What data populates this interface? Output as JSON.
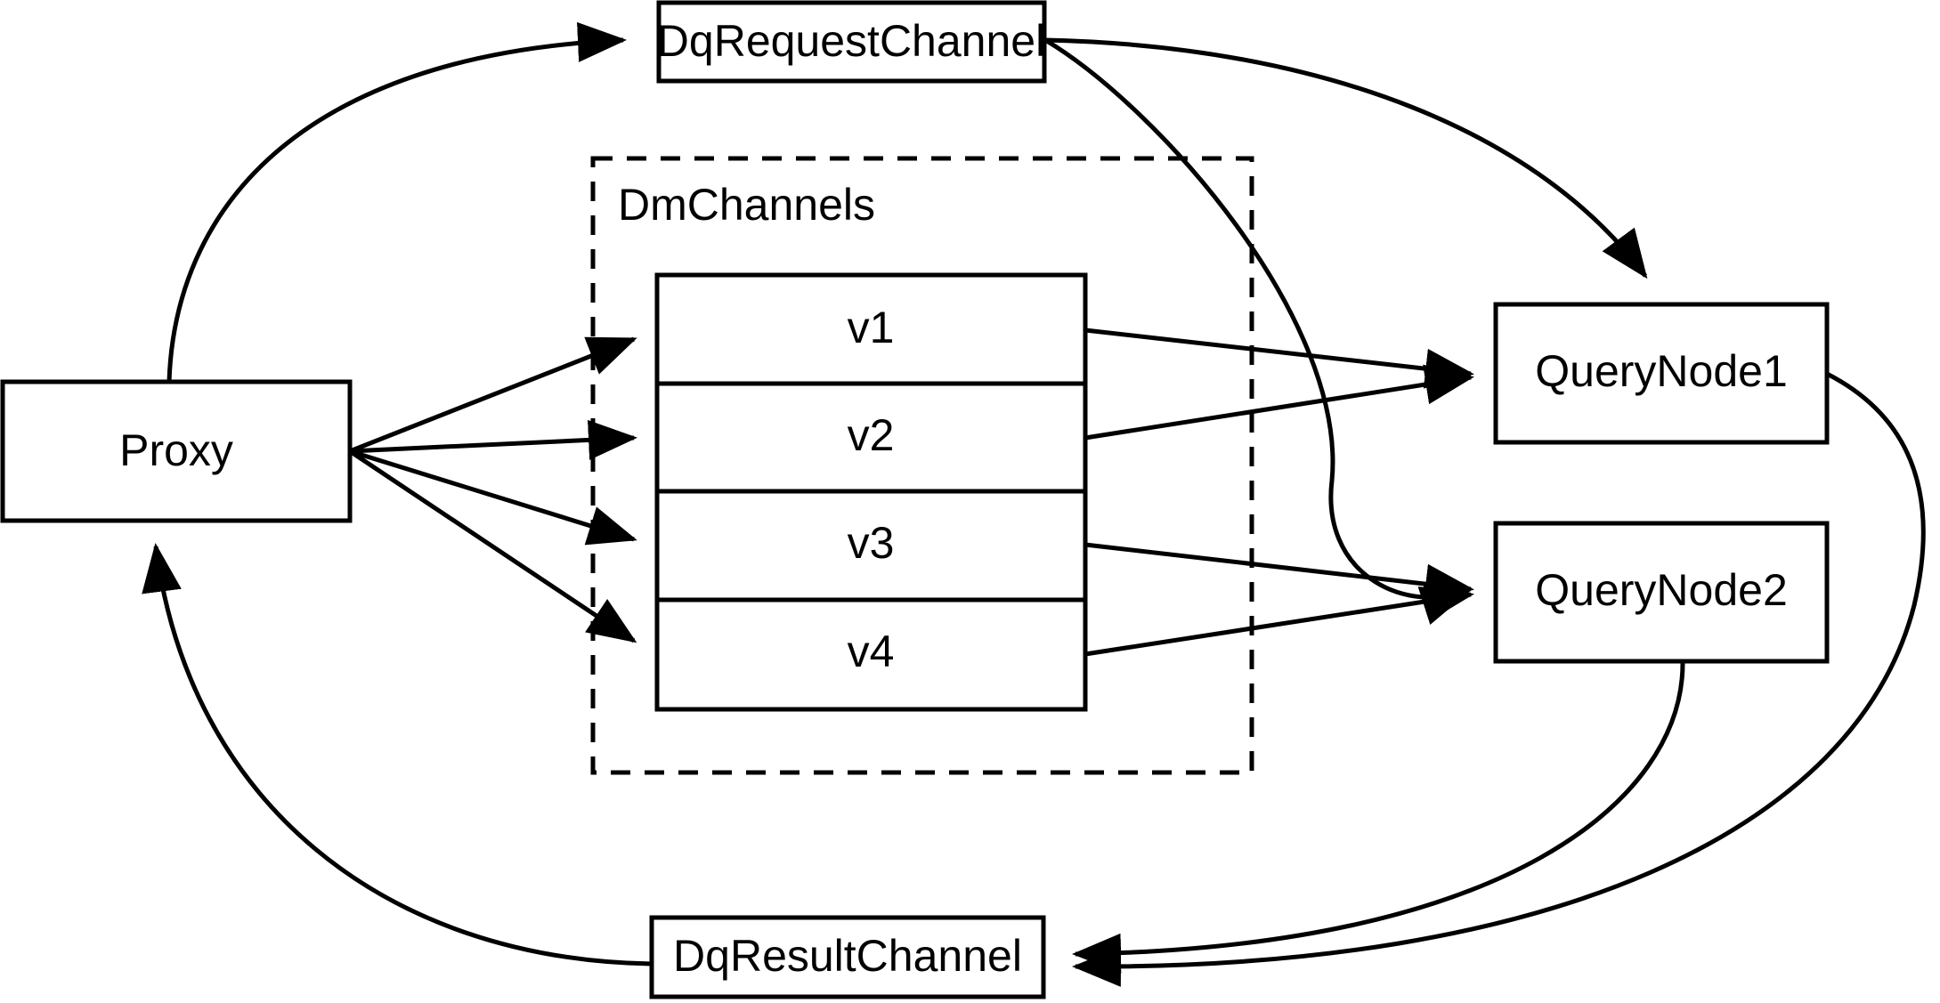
{
  "diagram": {
    "title": "Milvus distributed query channel flow",
    "colors": {
      "stroke": "#000000",
      "fill": "#ffffff",
      "background": "#ffffff"
    },
    "nodes": {
      "proxy": {
        "label": "Proxy"
      },
      "dq_request_channel": {
        "label": "DqRequestChannel"
      },
      "dq_result_channel": {
        "label": "DqResultChannel"
      },
      "query_node_1": {
        "label": "QueryNode1"
      },
      "query_node_2": {
        "label": "QueryNode2"
      }
    },
    "group": {
      "label": "DmChannels",
      "style": "dashed"
    },
    "channels": [
      {
        "label": "v1"
      },
      {
        "label": "v2"
      },
      {
        "label": "v3"
      },
      {
        "label": "v4"
      }
    ],
    "edges": [
      {
        "from": "Proxy",
        "to": "DqRequestChannel",
        "style": "curved",
        "arrow": "end"
      },
      {
        "from": "Proxy",
        "to": "v1",
        "style": "straight",
        "arrow": "end"
      },
      {
        "from": "Proxy",
        "to": "v2",
        "style": "straight",
        "arrow": "end"
      },
      {
        "from": "Proxy",
        "to": "v3",
        "style": "straight",
        "arrow": "end"
      },
      {
        "from": "Proxy",
        "to": "v4",
        "style": "straight",
        "arrow": "end"
      },
      {
        "from": "v1",
        "to": "QueryNode1",
        "style": "straight",
        "arrow": "end"
      },
      {
        "from": "v2",
        "to": "QueryNode1",
        "style": "straight",
        "arrow": "end"
      },
      {
        "from": "v3",
        "to": "QueryNode2",
        "style": "straight",
        "arrow": "end"
      },
      {
        "from": "v4",
        "to": "QueryNode2",
        "style": "straight",
        "arrow": "end"
      },
      {
        "from": "DqRequestChannel",
        "to": "QueryNode1",
        "style": "curved",
        "arrow": "end"
      },
      {
        "from": "DqRequestChannel",
        "to": "QueryNode2",
        "style": "curved",
        "arrow": "end"
      },
      {
        "from": "QueryNode1",
        "to": "DqResultChannel",
        "style": "curved",
        "arrow": "end"
      },
      {
        "from": "QueryNode2",
        "to": "DqResultChannel",
        "style": "curved",
        "arrow": "end"
      },
      {
        "from": "DqResultChannel",
        "to": "Proxy",
        "style": "curved",
        "arrow": "end"
      }
    ]
  }
}
